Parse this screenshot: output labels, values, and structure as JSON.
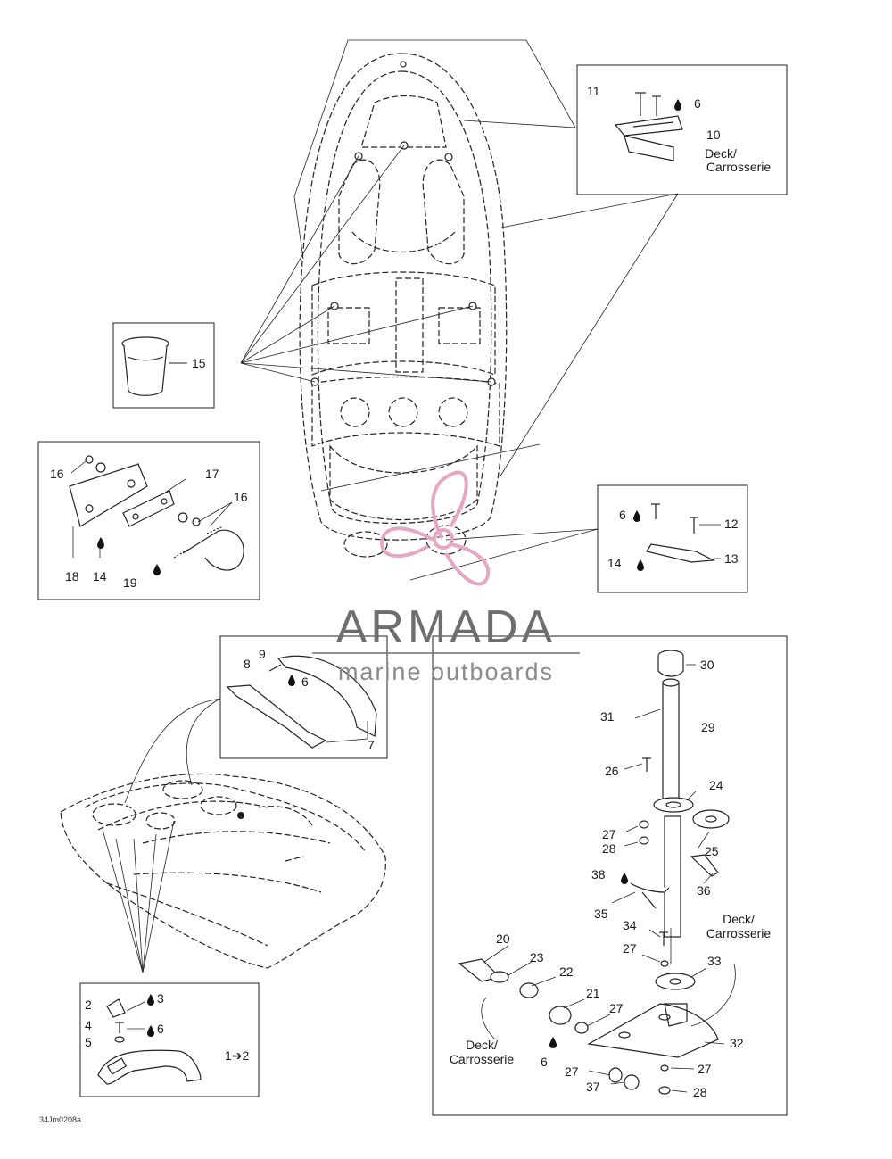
{
  "watermark": {
    "title": "ARMADA",
    "subtitle": "marine outboards",
    "accent_color": "#e6a6c6",
    "text_color": "#6e6e6e"
  },
  "reference_code": "34Jm0208a",
  "deck_label": {
    "line1": "Deck/",
    "line2": "Carrosserie"
  },
  "callouts": [
    {
      "id": "c-11",
      "text": "11"
    },
    {
      "id": "c-6a",
      "text": "6"
    },
    {
      "id": "c-10",
      "text": "10"
    },
    {
      "id": "c-15",
      "text": "15"
    },
    {
      "id": "c-16a",
      "text": "16"
    },
    {
      "id": "c-17",
      "text": "17"
    },
    {
      "id": "c-16b",
      "text": "16"
    },
    {
      "id": "c-18",
      "text": "18"
    },
    {
      "id": "c-14a",
      "text": "14"
    },
    {
      "id": "c-19",
      "text": "19"
    },
    {
      "id": "c-6b",
      "text": "6"
    },
    {
      "id": "c-12",
      "text": "12"
    },
    {
      "id": "c-14b",
      "text": "14"
    },
    {
      "id": "c-13",
      "text": "13"
    },
    {
      "id": "c-9",
      "text": "9"
    },
    {
      "id": "c-8",
      "text": "8"
    },
    {
      "id": "c-6c",
      "text": "6"
    },
    {
      "id": "c-7",
      "text": "7"
    },
    {
      "id": "c-30",
      "text": "30"
    },
    {
      "id": "c-31",
      "text": "31"
    },
    {
      "id": "c-29",
      "text": "29"
    },
    {
      "id": "c-26",
      "text": "26"
    },
    {
      "id": "c-24",
      "text": "24"
    },
    {
      "id": "c-27a",
      "text": "27"
    },
    {
      "id": "c-28a",
      "text": "28"
    },
    {
      "id": "c-25",
      "text": "25"
    },
    {
      "id": "c-38",
      "text": "38"
    },
    {
      "id": "c-36",
      "text": "36"
    },
    {
      "id": "c-35",
      "text": "35"
    },
    {
      "id": "c-34",
      "text": "34"
    },
    {
      "id": "c-27b",
      "text": "27"
    },
    {
      "id": "c-33",
      "text": "33"
    },
    {
      "id": "c-20",
      "text": "20"
    },
    {
      "id": "c-23",
      "text": "23"
    },
    {
      "id": "c-22",
      "text": "22"
    },
    {
      "id": "c-21",
      "text": "21"
    },
    {
      "id": "c-27c",
      "text": "27"
    },
    {
      "id": "c-6d",
      "text": "6"
    },
    {
      "id": "c-32",
      "text": "32"
    },
    {
      "id": "c-27d",
      "text": "27"
    },
    {
      "id": "c-27e",
      "text": "27"
    },
    {
      "id": "c-37",
      "text": "37"
    },
    {
      "id": "c-28b",
      "text": "28"
    },
    {
      "id": "c-2",
      "text": "2"
    },
    {
      "id": "c-3",
      "text": "3"
    },
    {
      "id": "c-4",
      "text": "4"
    },
    {
      "id": "c-6e",
      "text": "6"
    },
    {
      "id": "c-5",
      "text": "5"
    },
    {
      "id": "c-1to2",
      "text": "1➔2"
    }
  ]
}
